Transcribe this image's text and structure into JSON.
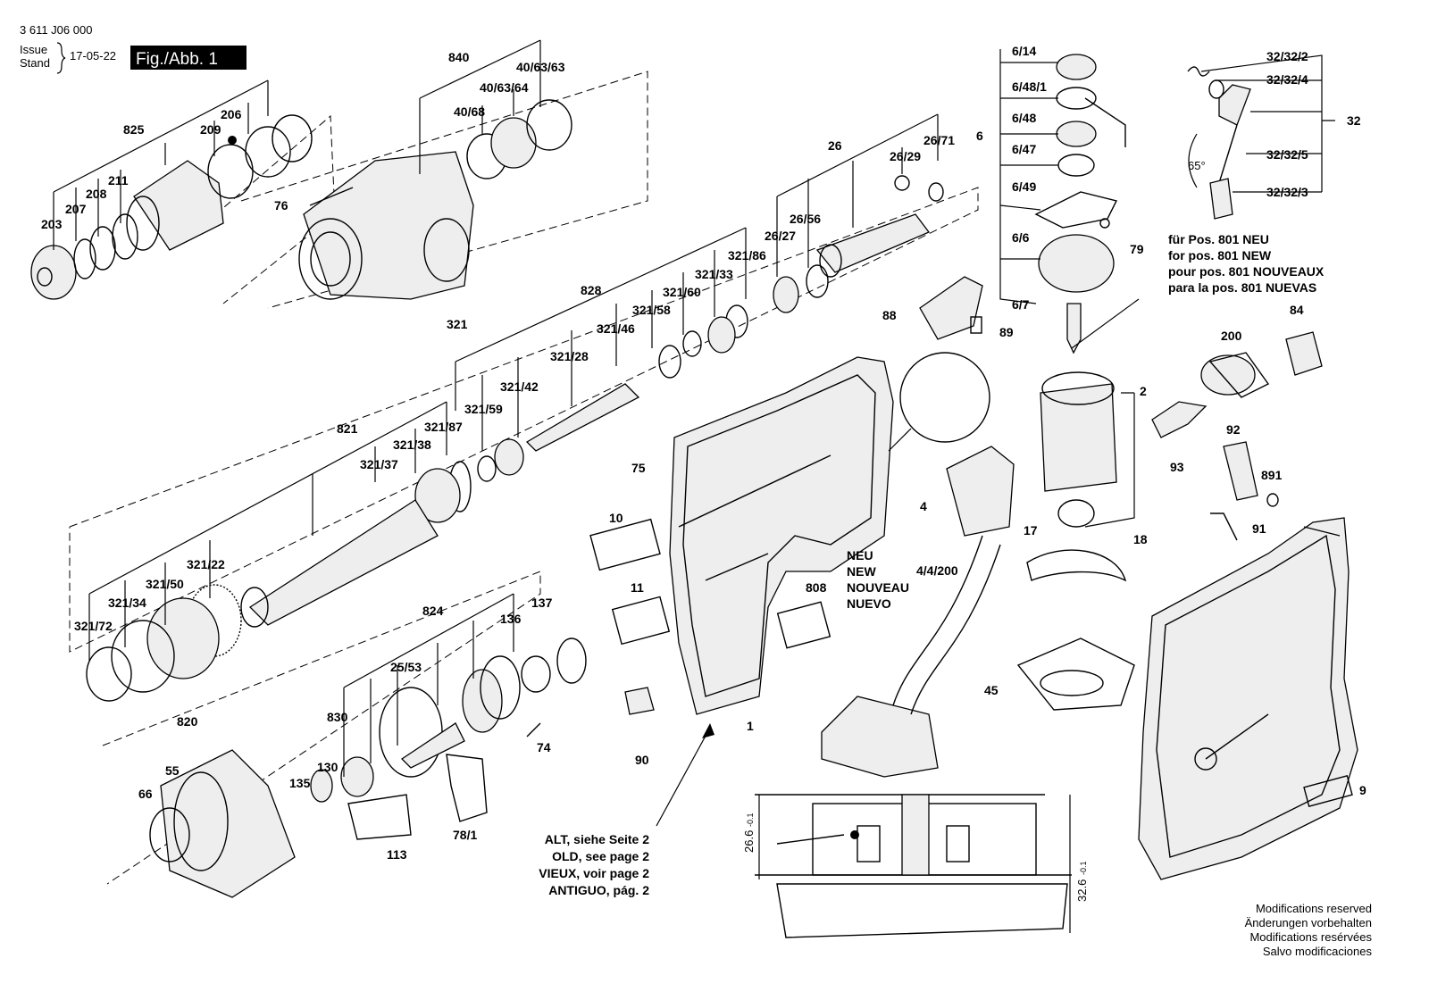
{
  "header": {
    "doc_number": "3 611 J06 000",
    "issue_label": "Issue",
    "stand_label": "Stand",
    "issue_date": "17-05-22",
    "figure_label": "Fig./Abb. 1"
  },
  "parts": [
    "840",
    "40/63/63",
    "40/63/64",
    "40/68",
    "825",
    "206",
    "209",
    "211",
    "208",
    "207",
    "203",
    "76",
    "26",
    "26/71",
    "26/29",
    "26/56",
    "26/27",
    "321/86",
    "321/33",
    "321/60",
    "321/58",
    "321/46",
    "828",
    "321/28",
    "321/42",
    "321/59",
    "321",
    "821",
    "321/87",
    "321/38",
    "321/37",
    "321/22",
    "321/50",
    "321/34",
    "321/72",
    "75",
    "10",
    "11",
    "824",
    "137",
    "136",
    "25/53",
    "830",
    "135",
    "130",
    "113",
    "78/1",
    "74",
    "90",
    "820",
    "55",
    "66",
    "808",
    "1",
    "88",
    "89",
    "79",
    "6",
    "6/14",
    "6/48/1",
    "6/48",
    "6/47",
    "6/49",
    "6/6",
    "6/7",
    "2",
    "17",
    "4",
    "4/4/200",
    "18",
    "45",
    "32",
    "32/32/2",
    "32/32/4",
    "32/32/5",
    "32/32/3",
    "84",
    "200",
    "93",
    "92",
    "891",
    "91",
    "9"
  ],
  "angle_label": "65°",
  "new_parts_note": [
    "für Pos. 801 NEU",
    "for pos. 801 NEW",
    "pour pos. 801 NOUVEAUX",
    "para la pos. 801 NUEVAS"
  ],
  "new_housing_note": [
    "NEU",
    "NEW",
    "NOUVEAU",
    "NUEVO"
  ],
  "old_version_note": [
    "ALT, siehe Seite 2",
    "OLD, see page 2",
    "VIEUX, voir page 2",
    "ANTIGUO, pág. 2"
  ],
  "dimensions": {
    "left": "26.6",
    "left_tol": "-0.1",
    "right": "32.6",
    "right_tol": "-0.1"
  },
  "footer_notice": [
    "Modifications reserved",
    "Änderungen vorbehalten",
    "Modifications resérvées",
    "Salvo modificaciones"
  ]
}
